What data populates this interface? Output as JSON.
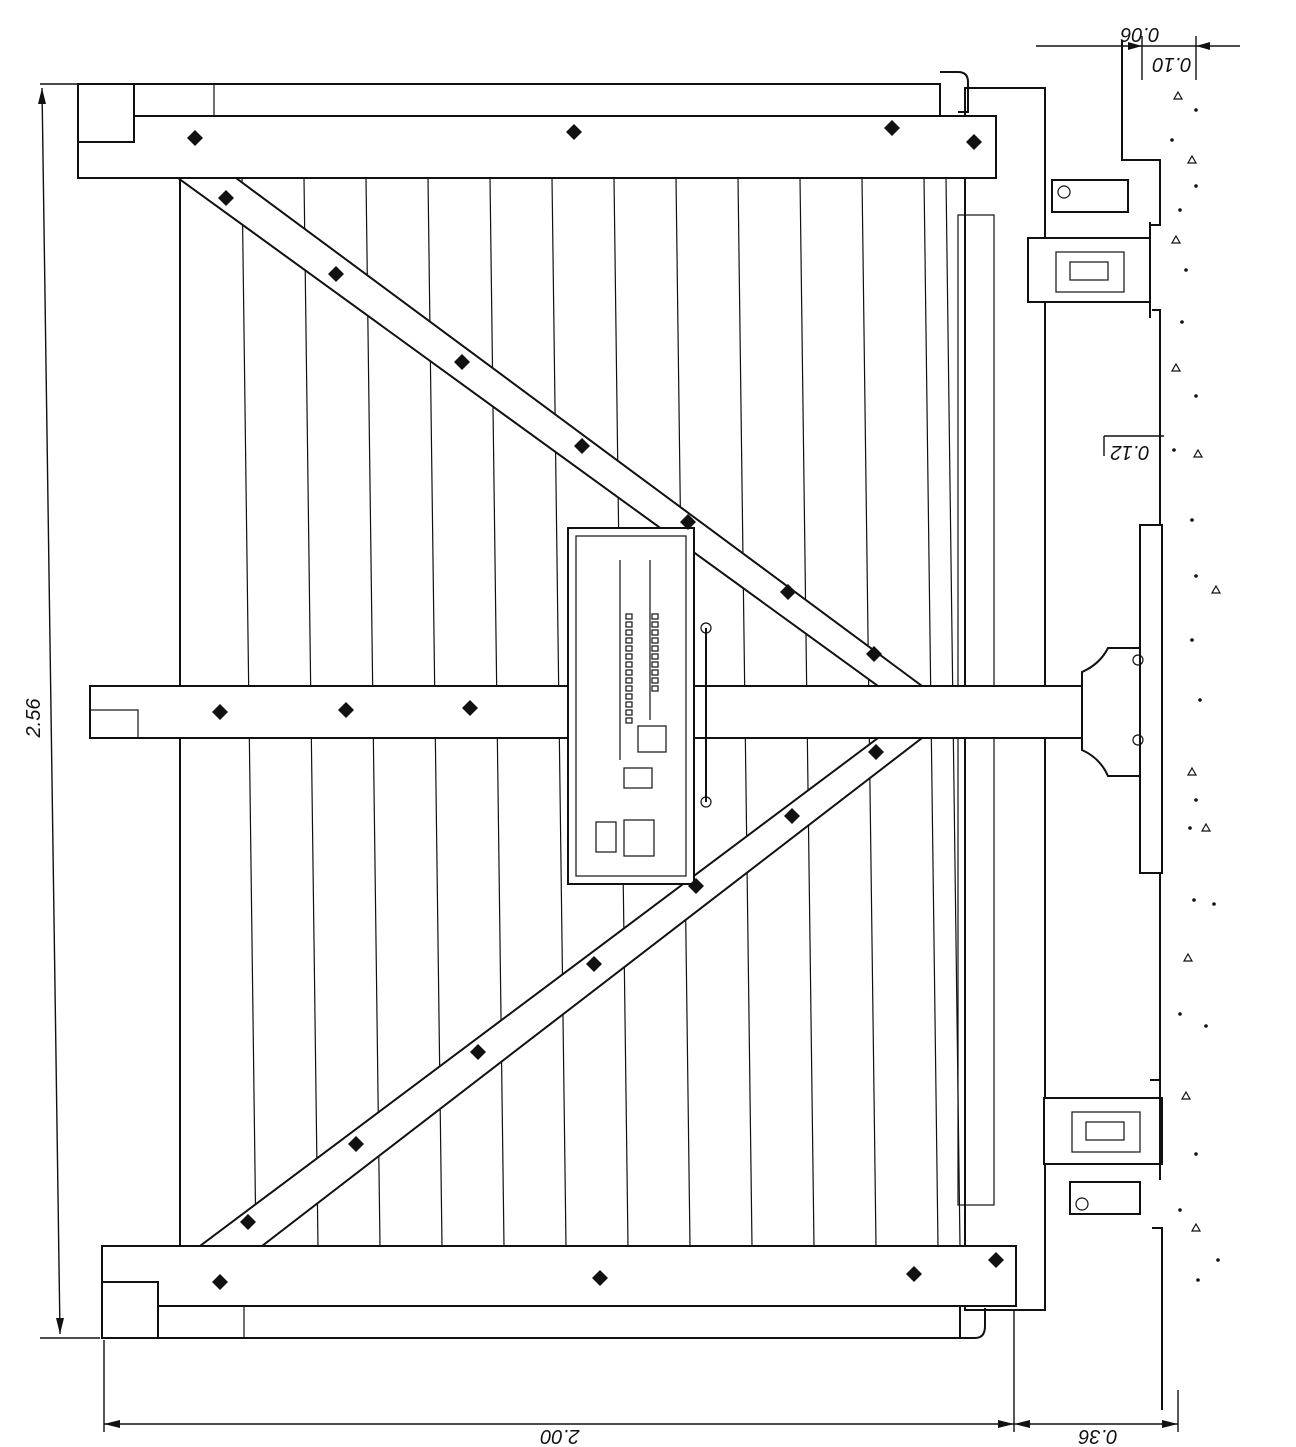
{
  "drawing": {
    "dimensions": {
      "height": "2.56",
      "width": "2.00",
      "offset": "0.36",
      "top_a": "0.06",
      "top_b": "0.10",
      "mid": "0.12"
    },
    "colors": {
      "line": "#111111",
      "background": "#ffffff"
    }
  }
}
